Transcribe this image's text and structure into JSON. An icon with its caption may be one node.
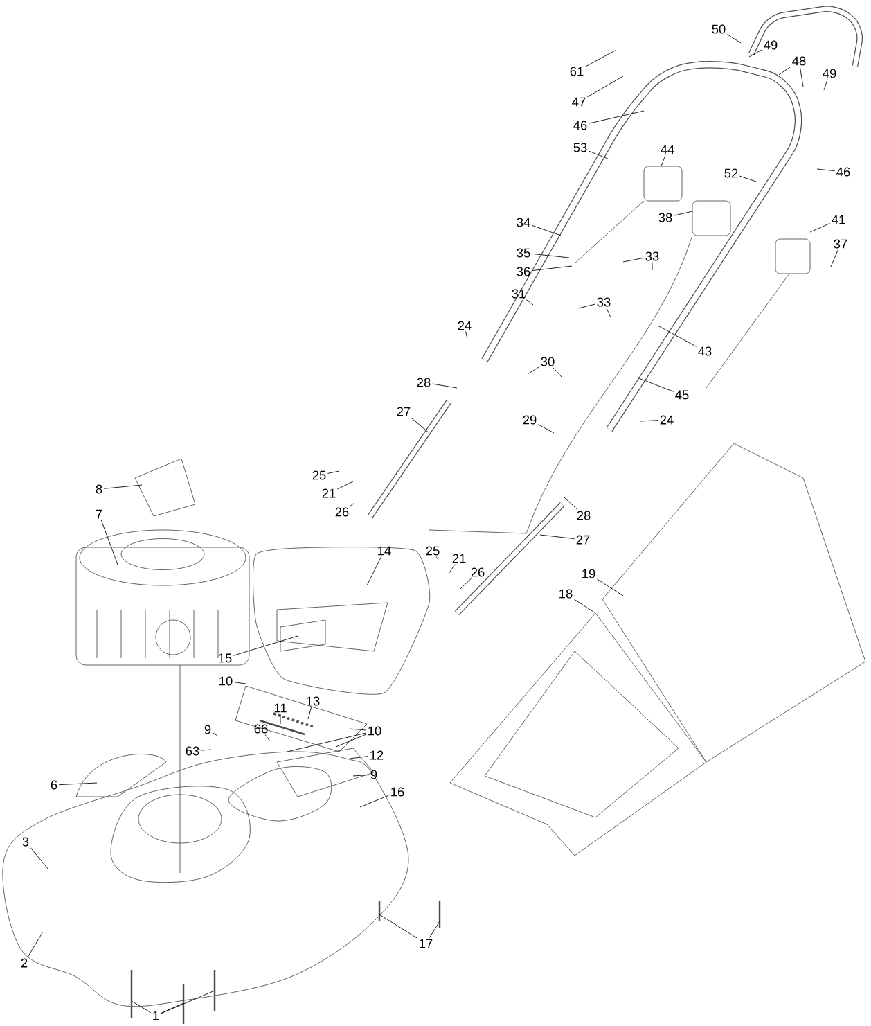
{
  "diagram": {
    "nodes": [
      {
        "text": [
          "50"
        ]
      },
      {
        "text": [
          "49"
        ]
      },
      {
        "text": [
          "48"
        ]
      },
      {
        "text": [
          "61"
        ]
      },
      {
        "text": [
          "49"
        ]
      },
      {
        "text": [
          "47"
        ]
      },
      {
        "text": [
          "46"
        ]
      },
      {
        "text": [
          "53"
        ]
      },
      {
        "text": [
          "44"
        ]
      },
      {
        "text": [
          "52"
        ]
      },
      {
        "text": [
          "46"
        ]
      },
      {
        "text": [
          "38"
        ]
      },
      {
        "text": [
          "41"
        ]
      },
      {
        "text": [
          "34"
        ]
      },
      {
        "text": [
          "37"
        ]
      },
      {
        "text": [
          "35"
        ]
      },
      {
        "text": [
          "33"
        ]
      },
      {
        "text": [
          "36"
        ]
      },
      {
        "text": [
          "31"
        ]
      },
      {
        "text": [
          "33"
        ]
      },
      {
        "text": [
          "24"
        ]
      },
      {
        "text": [
          "43"
        ]
      },
      {
        "text": [
          "30"
        ]
      },
      {
        "text": [
          "28"
        ]
      },
      {
        "text": [
          "45"
        ]
      },
      {
        "text": [
          "27"
        ]
      },
      {
        "text": [
          "29"
        ]
      },
      {
        "text": [
          "24"
        ]
      },
      {
        "text": [
          "25"
        ]
      },
      {
        "text": [
          "8"
        ]
      },
      {
        "text": [
          "21"
        ]
      },
      {
        "text": [
          "26"
        ]
      },
      {
        "text": [
          "28"
        ]
      },
      {
        "text": [
          "7"
        ]
      },
      {
        "text": [
          "27"
        ]
      },
      {
        "text": [
          "14"
        ]
      },
      {
        "text": [
          "25"
        ]
      },
      {
        "text": [
          "21"
        ]
      },
      {
        "text": [
          "26"
        ]
      },
      {
        "text": [
          "19"
        ]
      },
      {
        "text": [
          "18"
        ]
      },
      {
        "text": [
          "15"
        ]
      },
      {
        "text": [
          "10"
        ]
      },
      {
        "text": [
          "13"
        ]
      },
      {
        "text": [
          "11"
        ]
      },
      {
        "text": [
          "9"
        ]
      },
      {
        "text": [
          "66"
        ]
      },
      {
        "text": [
          "10"
        ]
      },
      {
        "text": [
          "63"
        ]
      },
      {
        "text": [
          "12"
        ]
      },
      {
        "text": [
          "9"
        ]
      },
      {
        "text": [
          "6"
        ]
      },
      {
        "text": [
          "16"
        ]
      },
      {
        "text": [
          "3"
        ]
      },
      {
        "text": [
          "17"
        ]
      },
      {
        "text": [
          "2"
        ]
      },
      {
        "text": [
          "1"
        ]
      }
    ],
    "edges": [
      {
        "from": 0,
        "to": null,
        "arrow": "none"
      },
      {
        "from": 1,
        "to": null,
        "arrow": "none"
      },
      {
        "from": 2,
        "to": null,
        "arrow": "none"
      },
      {
        "from": 2,
        "to": null,
        "arrow": "none"
      },
      {
        "from": 3,
        "to": null,
        "arrow": "none"
      },
      {
        "from": 4,
        "to": null,
        "arrow": "none"
      },
      {
        "from": 5,
        "to": null,
        "arrow": "none"
      },
      {
        "from": 6,
        "to": null,
        "arrow": "none"
      },
      {
        "from": 7,
        "to": null,
        "arrow": "none"
      },
      {
        "from": 8,
        "to": null,
        "arrow": "none"
      },
      {
        "from": 9,
        "to": null,
        "arrow": "none"
      },
      {
        "from": 10,
        "to": null,
        "arrow": "none"
      },
      {
        "from": 11,
        "to": null,
        "arrow": "none"
      },
      {
        "from": 12,
        "to": null,
        "arrow": "none"
      },
      {
        "from": 13,
        "to": null,
        "arrow": "none"
      },
      {
        "from": 14,
        "to": null,
        "arrow": "none"
      },
      {
        "from": 15,
        "to": null,
        "arrow": "none"
      },
      {
        "from": 16,
        "to": null,
        "arrow": "none"
      },
      {
        "from": 16,
        "to": null,
        "arrow": "none"
      },
      {
        "from": 17,
        "to": null,
        "arrow": "none"
      },
      {
        "from": 18,
        "to": null,
        "arrow": "none"
      },
      {
        "from": 19,
        "to": null,
        "arrow": "none"
      },
      {
        "from": 19,
        "to": null,
        "arrow": "none"
      },
      {
        "from": 20,
        "to": null,
        "arrow": "none"
      },
      {
        "from": 21,
        "to": null,
        "arrow": "none"
      },
      {
        "from": 22,
        "to": null,
        "arrow": "none"
      },
      {
        "from": 22,
        "to": null,
        "arrow": "none"
      },
      {
        "from": 23,
        "to": null,
        "arrow": "none"
      },
      {
        "from": 24,
        "to": null,
        "arrow": "none"
      },
      {
        "from": 25,
        "to": null,
        "arrow": "none"
      },
      {
        "from": 26,
        "to": null,
        "arrow": "none"
      },
      {
        "from": 27,
        "to": null,
        "arrow": "none"
      },
      {
        "from": 28,
        "to": null,
        "arrow": "none"
      },
      {
        "from": 29,
        "to": null,
        "arrow": "none"
      },
      {
        "from": 30,
        "to": null,
        "arrow": "none"
      },
      {
        "from": 31,
        "to": null,
        "arrow": "none"
      },
      {
        "from": 32,
        "to": null,
        "arrow": "none"
      },
      {
        "from": 33,
        "to": null,
        "arrow": "none"
      },
      {
        "from": 34,
        "to": null,
        "arrow": "none"
      },
      {
        "from": 35,
        "to": null,
        "arrow": "none"
      },
      {
        "from": 36,
        "to": null,
        "arrow": "none"
      },
      {
        "from": 37,
        "to": null,
        "arrow": "none"
      },
      {
        "from": 38,
        "to": null,
        "arrow": "none"
      },
      {
        "from": 39,
        "to": null,
        "arrow": "none"
      },
      {
        "from": 40,
        "to": null,
        "arrow": "none"
      },
      {
        "from": 41,
        "to": null,
        "arrow": "none"
      },
      {
        "from": 42,
        "to": null,
        "arrow": "none"
      },
      {
        "from": 43,
        "to": null,
        "arrow": "none"
      },
      {
        "from": 44,
        "to": null,
        "arrow": "none"
      },
      {
        "from": 45,
        "to": null,
        "arrow": "none"
      },
      {
        "from": 46,
        "to": null,
        "arrow": "none"
      },
      {
        "from": 47,
        "to": null,
        "arrow": "none"
      },
      {
        "from": 47,
        "to": null,
        "arrow": "none"
      },
      {
        "from": 47,
        "to": null,
        "arrow": "none"
      },
      {
        "from": 48,
        "to": null,
        "arrow": "none"
      },
      {
        "from": 49,
        "to": null,
        "arrow": "none"
      },
      {
        "from": 50,
        "to": null,
        "arrow": "none"
      },
      {
        "from": 51,
        "to": null,
        "arrow": "none"
      },
      {
        "from": 52,
        "to": null,
        "arrow": "none"
      },
      {
        "from": 53,
        "to": null,
        "arrow": "none"
      },
      {
        "from": 54,
        "to": null,
        "arrow": "none"
      },
      {
        "from": 54,
        "to": null,
        "arrow": "none"
      },
      {
        "from": 55,
        "to": null,
        "arrow": "none"
      },
      {
        "from": 56,
        "to": null,
        "arrow": "none"
      },
      {
        "from": 56,
        "to": null,
        "arrow": "none"
      },
      {
        "from": 56,
        "to": null,
        "arrow": "none"
      }
    ]
  }
}
